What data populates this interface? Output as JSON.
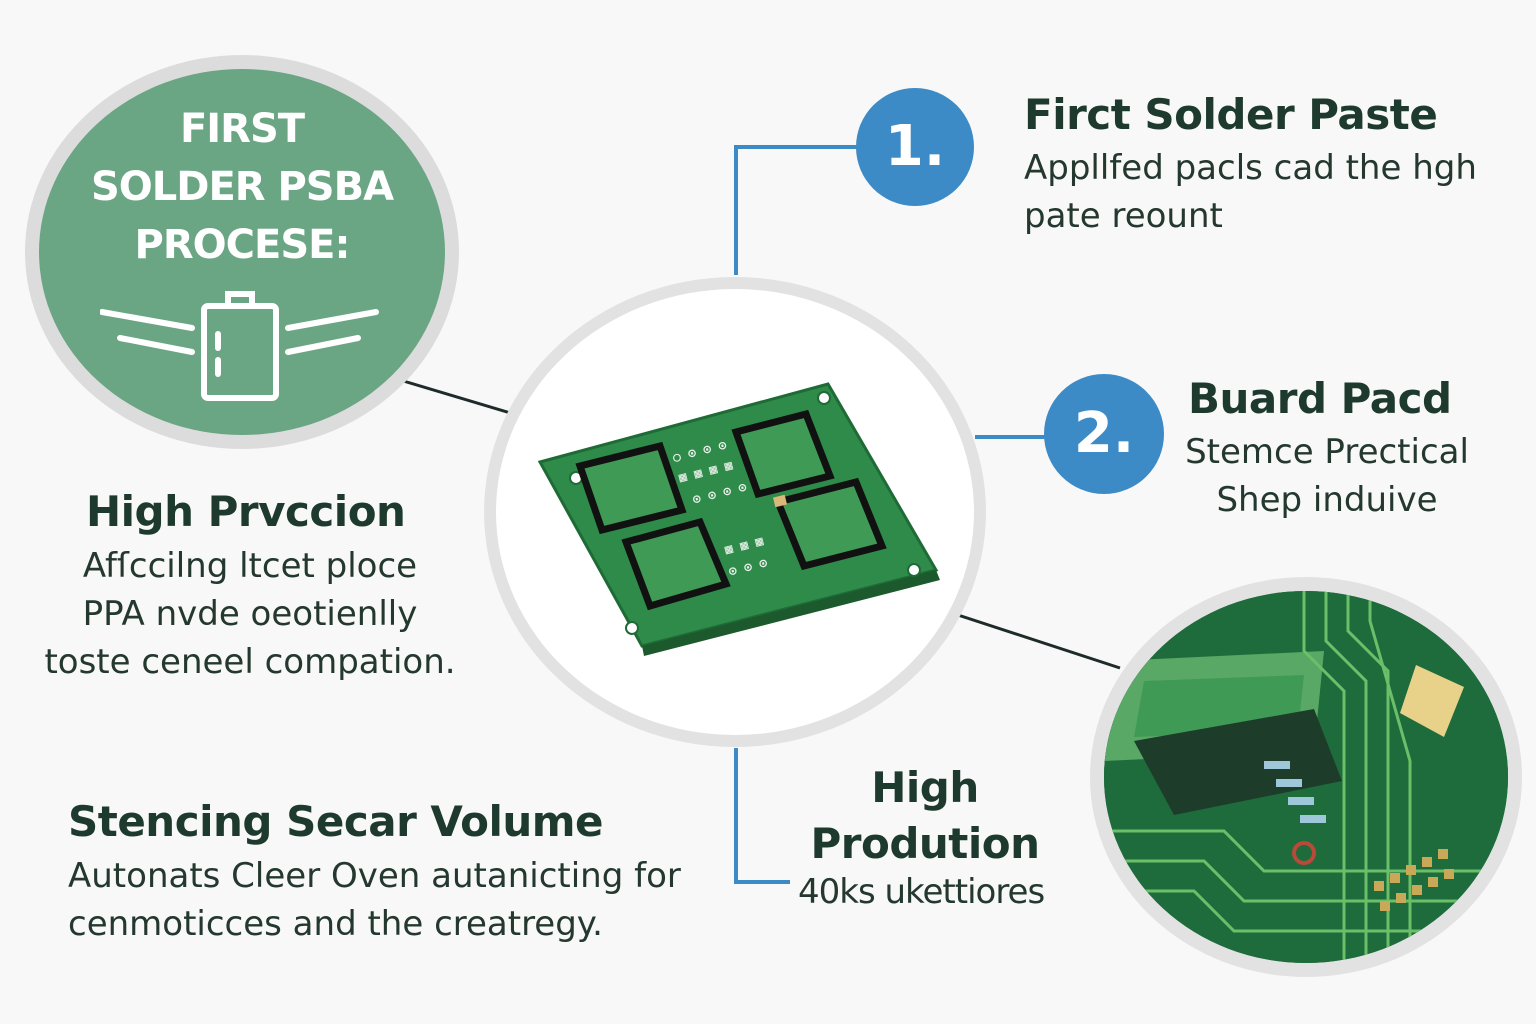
{
  "hero": {
    "title": "FIRST\nSOLDER PSBA\nPROCESE:",
    "icon": "stencil-printer-icon"
  },
  "steps": [
    {
      "number": "1.",
      "title": "Firct Solder Paste",
      "text": "Appllfed pacls cad the hgh\npate reount"
    },
    {
      "number": "2.",
      "title": "Buard Pacd",
      "text": "Stemce Prectical\nShep induive"
    }
  ],
  "left_blocks": [
    {
      "title": "High Prvccion",
      "text": "Afſccilng ltcet ploce\nPPA nvde oeotienlly\ntoste ceneel compation."
    },
    {
      "title": "Stencing Secar Volume",
      "text": "Autonats Cleer Oven autanicting for\ncenmoticces and the creatregy."
    }
  ],
  "bottom_block": {
    "title": "High\nProdution",
    "text": "40ks ukettiores"
  },
  "colors": {
    "accent_blue": "#3c8bc6",
    "hero_green": "#6aa584",
    "pcb_green": "#2e8b4a",
    "heading_dark": "#1e3a2e"
  }
}
